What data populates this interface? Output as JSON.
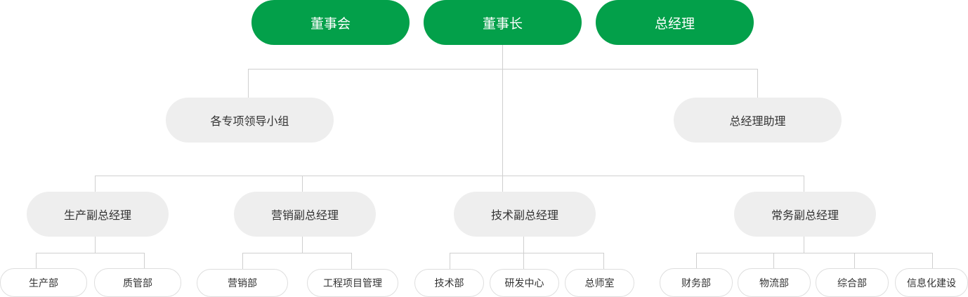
{
  "colors": {
    "top_fill": "#03a04a",
    "top_text": "#ffffff",
    "mid_fill": "#eeeeee",
    "leaf_border": "#dedede",
    "line": "#cfcfcf"
  },
  "top": [
    "董事会",
    "董事长",
    "总经理"
  ],
  "level2": [
    "各专项领导小组",
    "总经理助理"
  ],
  "vp": [
    "生产副总经理",
    "营销副总经理",
    "技术副总经理",
    "常务副总经理"
  ],
  "departments": [
    [
      "生产部",
      "质管部"
    ],
    [
      "营销部",
      "工程项目管理"
    ],
    [
      "技术部",
      "研发中心",
      "总师室"
    ],
    [
      "财务部",
      "物流部",
      "综合部",
      "信息化建设"
    ]
  ]
}
